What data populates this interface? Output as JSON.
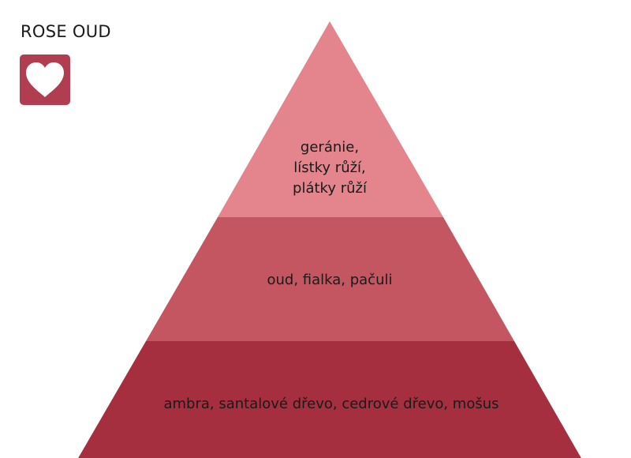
{
  "title": "ROSE OUD",
  "icon": "heart-icon",
  "colors": {
    "badge": "#b03e50",
    "top": "#e4848d",
    "middle": "#c45662",
    "base": "#a52f3e"
  },
  "pyramid": {
    "top_notes": "geránie,\nlístky růží,\nplátky růží",
    "heart_notes": "oud, fialka, pačuli",
    "base_notes": "ambra, santalové dřevo, cedrové dřevo, mošus"
  }
}
